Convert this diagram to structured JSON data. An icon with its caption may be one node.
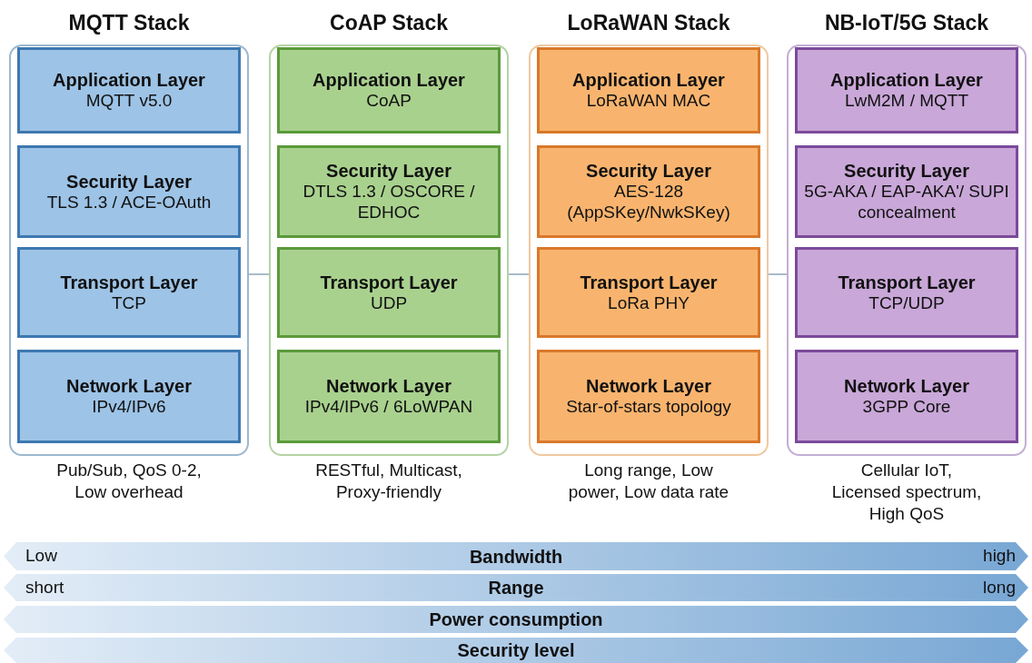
{
  "diagram": {
    "nodes": [
      {
        "text": [
          "MQTT Stack"
        ],
        "beside": [
          "Pub/Sub, QoS 0-2, Low overhead"
        ]
      },
      {
        "text": [
          "Application Layer",
          "MQTT v5.0"
        ],
        "in": 0
      },
      {
        "text": [
          "Security Layer",
          "TLS 1.3 / ACE-OAuth"
        ],
        "in": 0
      },
      {
        "text": [
          "Transport Layer",
          "TCP"
        ],
        "in": 0
      },
      {
        "text": [
          "Network Layer",
          "IPv4/IPv6"
        ],
        "in": 0
      },
      {
        "text": [
          "CoAP Stack"
        ],
        "beside": [
          "RESTful, Multicast, Proxy-friendly"
        ]
      },
      {
        "text": [
          "Application Layer",
          "CoAP"
        ],
        "in": 5
      },
      {
        "text": [
          "Security Layer",
          "DTLS 1.3 / OSCORE / EDHOC"
        ],
        "in": 5
      },
      {
        "text": [
          "Transport Layer",
          "UDP"
        ],
        "in": 5
      },
      {
        "text": [
          "Network Layer",
          "IPv4/IPv6 / 6LoWPAN"
        ],
        "in": 5
      },
      {
        "text": [
          "LoRaWAN Stack"
        ],
        "beside": [
          "Long range, Low power, Low data rate"
        ]
      },
      {
        "text": [
          "Application Layer",
          "LoRaWAN MAC"
        ],
        "in": 10
      },
      {
        "text": [
          "Security Layer",
          "AES-128 (AppSKey/NwkSKey)"
        ],
        "in": 10
      },
      {
        "text": [
          "Transport Layer",
          "LoRa PHY"
        ],
        "in": 10
      },
      {
        "text": [
          "Network Layer",
          "Star-of-stars topology"
        ],
        "in": 10
      },
      {
        "text": [
          "NB-IoT/5G Stack"
        ],
        "beside": [
          "Cellular IoT, Licensed spectrum, High QoS"
        ]
      },
      {
        "text": [
          "Application Layer",
          "LwM2M / MQTT"
        ],
        "in": 15
      },
      {
        "text": [
          "Security Layer",
          "5G-AKA / EAP-AKA'/ SUPI concealment"
        ],
        "in": 15
      },
      {
        "text": [
          "Transport Layer",
          "TCP/UDP"
        ],
        "in": 15
      },
      {
        "text": [
          "Network Layer",
          "3GPP Core"
        ],
        "in": 15
      },
      {
        "text": [
          "Low",
          "Bandwidth",
          "high"
        ]
      },
      {
        "text": [
          "short",
          "Range",
          "long"
        ]
      },
      {
        "text": [
          "Power consumption"
        ]
      },
      {
        "text": [
          "Security level"
        ]
      }
    ],
    "edges": [
      {
        "from": 0,
        "to": 5,
        "arrow": "none"
      },
      {
        "from": 5,
        "to": 10,
        "arrow": "none"
      },
      {
        "from": 10,
        "to": 15,
        "arrow": "none"
      }
    ]
  }
}
